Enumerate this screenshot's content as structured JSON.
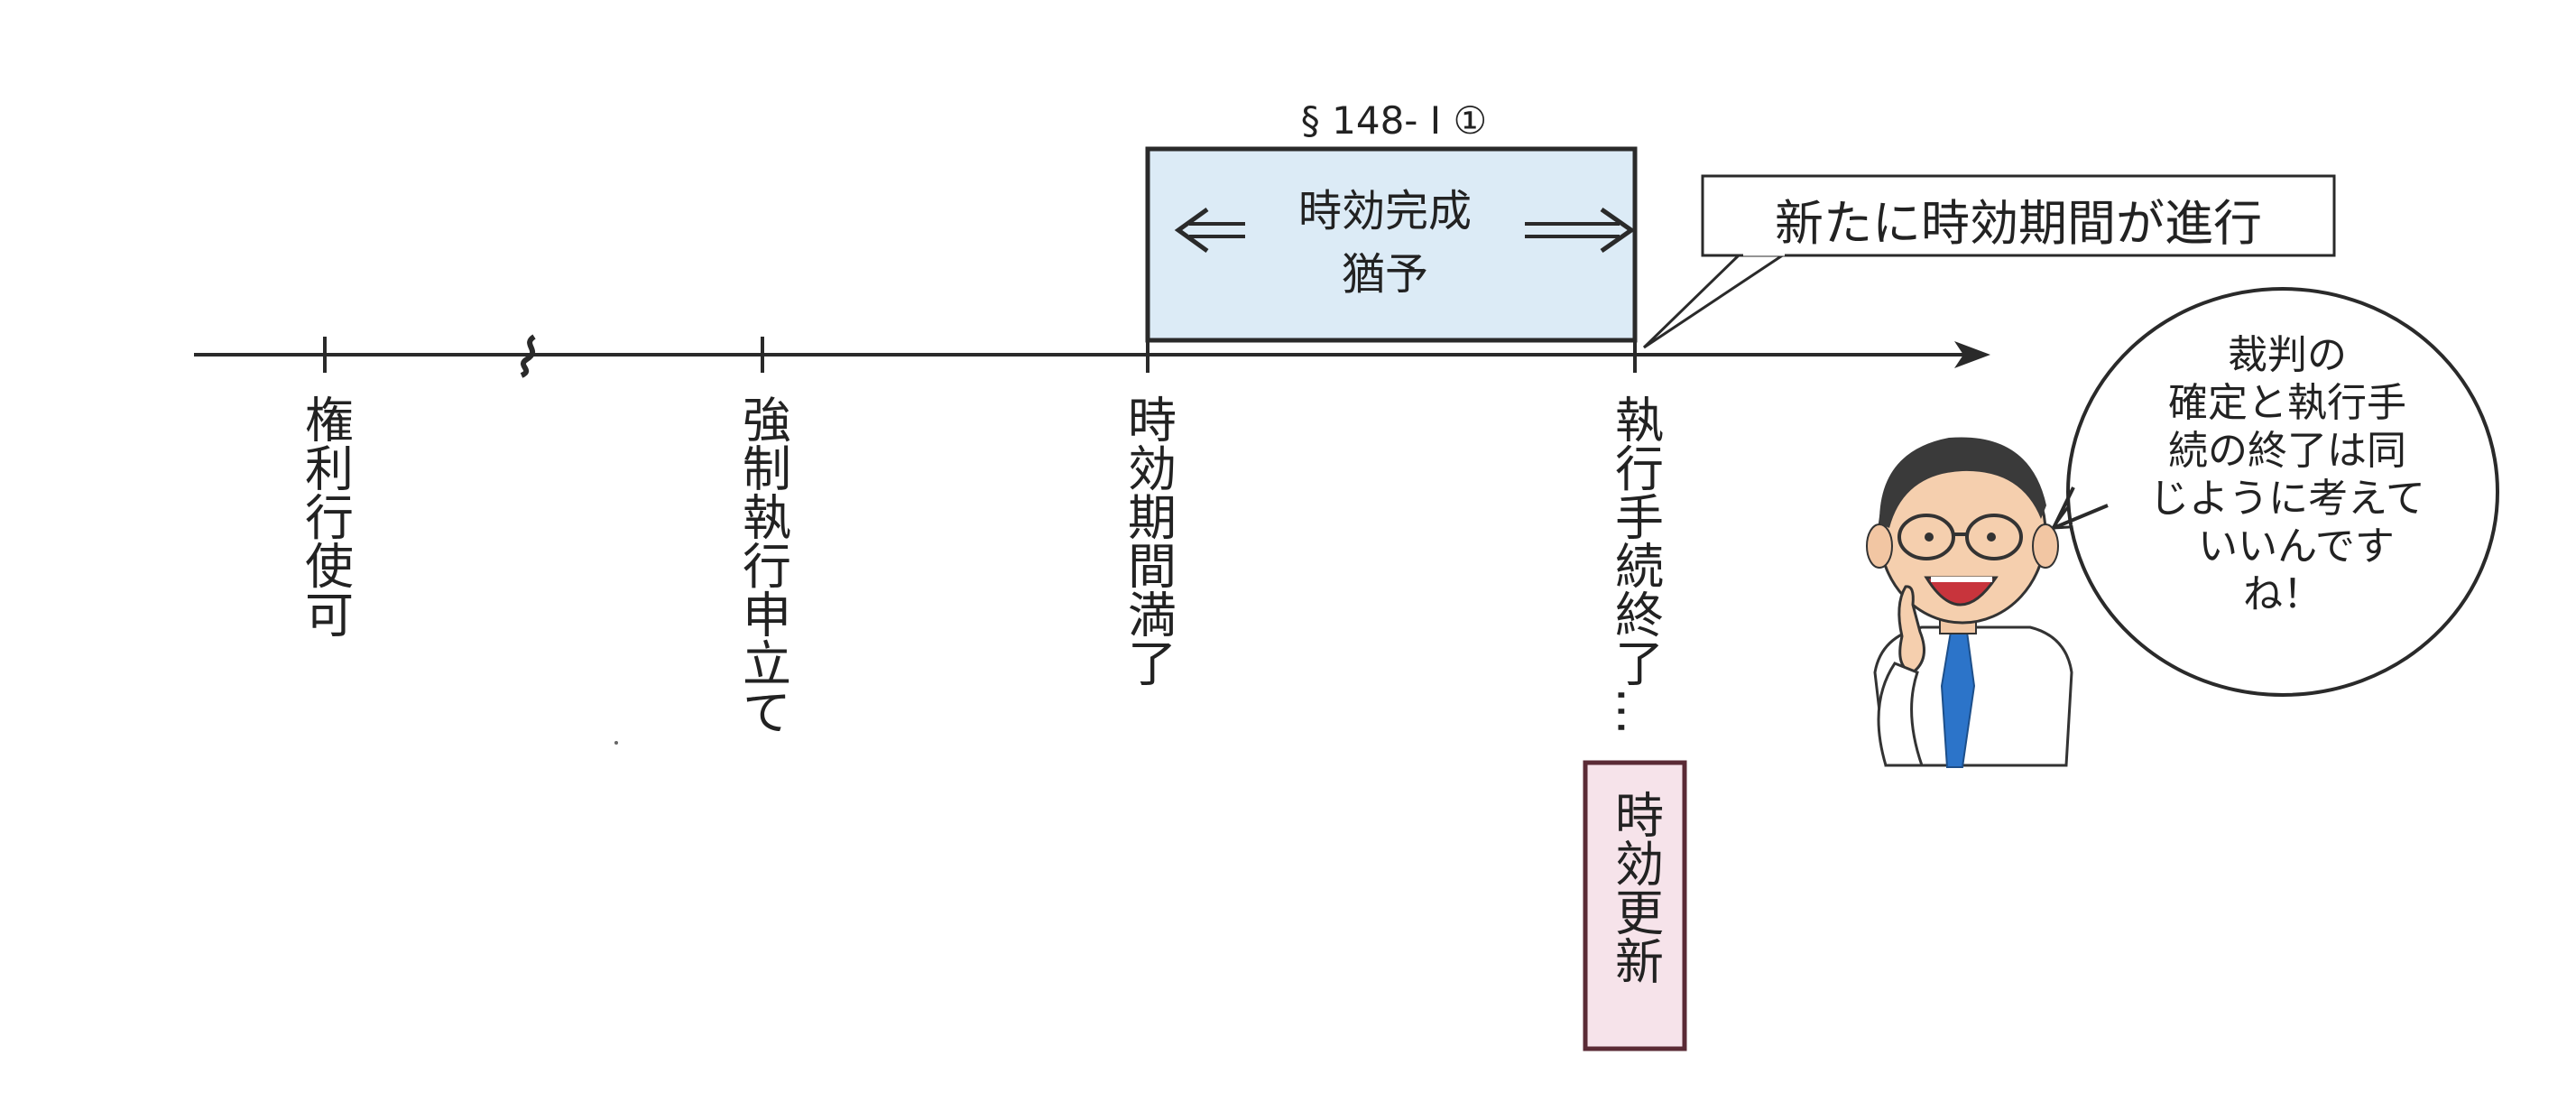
{
  "timeline": {
    "points": [
      {
        "id": "kenri-koshi",
        "label": "権利行使可"
      },
      {
        "id": "kyosei-shikko",
        "label": "強制執行申立て"
      },
      {
        "id": "jiko-manryo",
        "label": "時効期間満了"
      },
      {
        "id": "shikko-shuryo",
        "label": "執行手続終了…"
      }
    ]
  },
  "suspension_box": {
    "section_ref": "§ 148- Ⅰ ①",
    "label_line1": "時効完成",
    "label_line2": "猶予"
  },
  "callout": {
    "text": "新たに時効期間が進行"
  },
  "renewal_box": {
    "label": "時効更新"
  },
  "speech_bubble": {
    "lines": [
      "裁判の",
      "確定と執行手",
      "続の終了は同",
      "じように考えて",
      "いいんです",
      "ね！"
    ]
  },
  "colors": {
    "line": "#2a2a2a",
    "suspension_fill": "#dcebf6",
    "renewal_fill": "#f6e3ea",
    "renewal_border": "#5a2a35"
  }
}
